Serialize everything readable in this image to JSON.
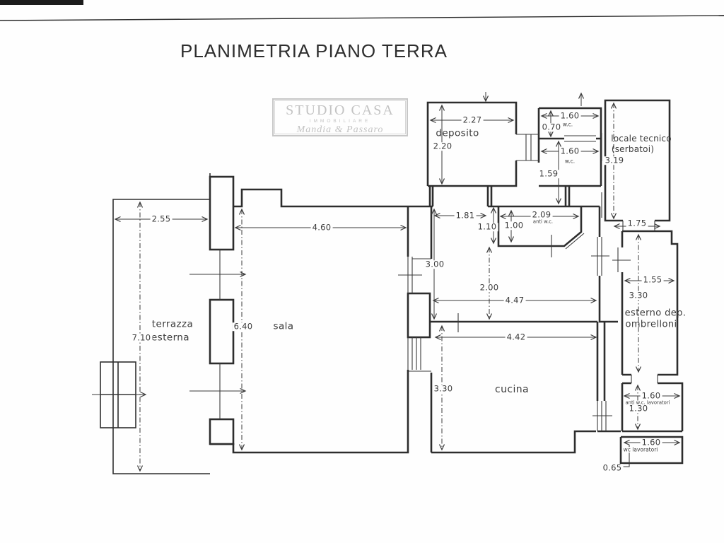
{
  "header": {
    "title": "PLANIMETRIA PIANO TERRA"
  },
  "logo": {
    "name": "STUDIO CASA",
    "subtitle": "IMMOBILIARE",
    "signature": "Mandia & Passaro"
  },
  "rooms": {
    "deposito": "deposito",
    "sala": "sala",
    "terrazza_line1": "terrazza",
    "terrazza_line2": "esterna",
    "cucina": "cucina",
    "locale_tecnico_line1": "locale tecnico",
    "locale_tecnico_line2": "(serbatoi)",
    "esterno_line1": "esterno dep.",
    "esterno_line2": "ombrelloni",
    "wc_top": "w.c.",
    "wc_mid": "w.c.",
    "anti_wc": "anti w.c.",
    "anti_wc_lavoratori": "anti w.c. lavoratori",
    "wc_lavoratori": "wc lavoratori"
  },
  "dims": {
    "d255": "2.55",
    "d710": "7.10",
    "d227": "2.27",
    "d220": "2.20",
    "d460": "4.60",
    "d640": "6.40",
    "d160a": "1.60",
    "d070": "0.70",
    "d160b": "1.60",
    "d159": "1.59",
    "d319": "3.19",
    "d175": "1.75",
    "d181": "1.81",
    "d110": "1.10",
    "d100": "1.00",
    "d209": "2.09",
    "d300": "3.00",
    "d200": "2.00",
    "d447": "4.47",
    "d155": "1.55",
    "d330_right": "3.30",
    "d442": "4.42",
    "d330_cucina": "3.30",
    "d160c": "1.60",
    "d130": "1.30",
    "d160d": "1.60",
    "d065": "0.65"
  }
}
